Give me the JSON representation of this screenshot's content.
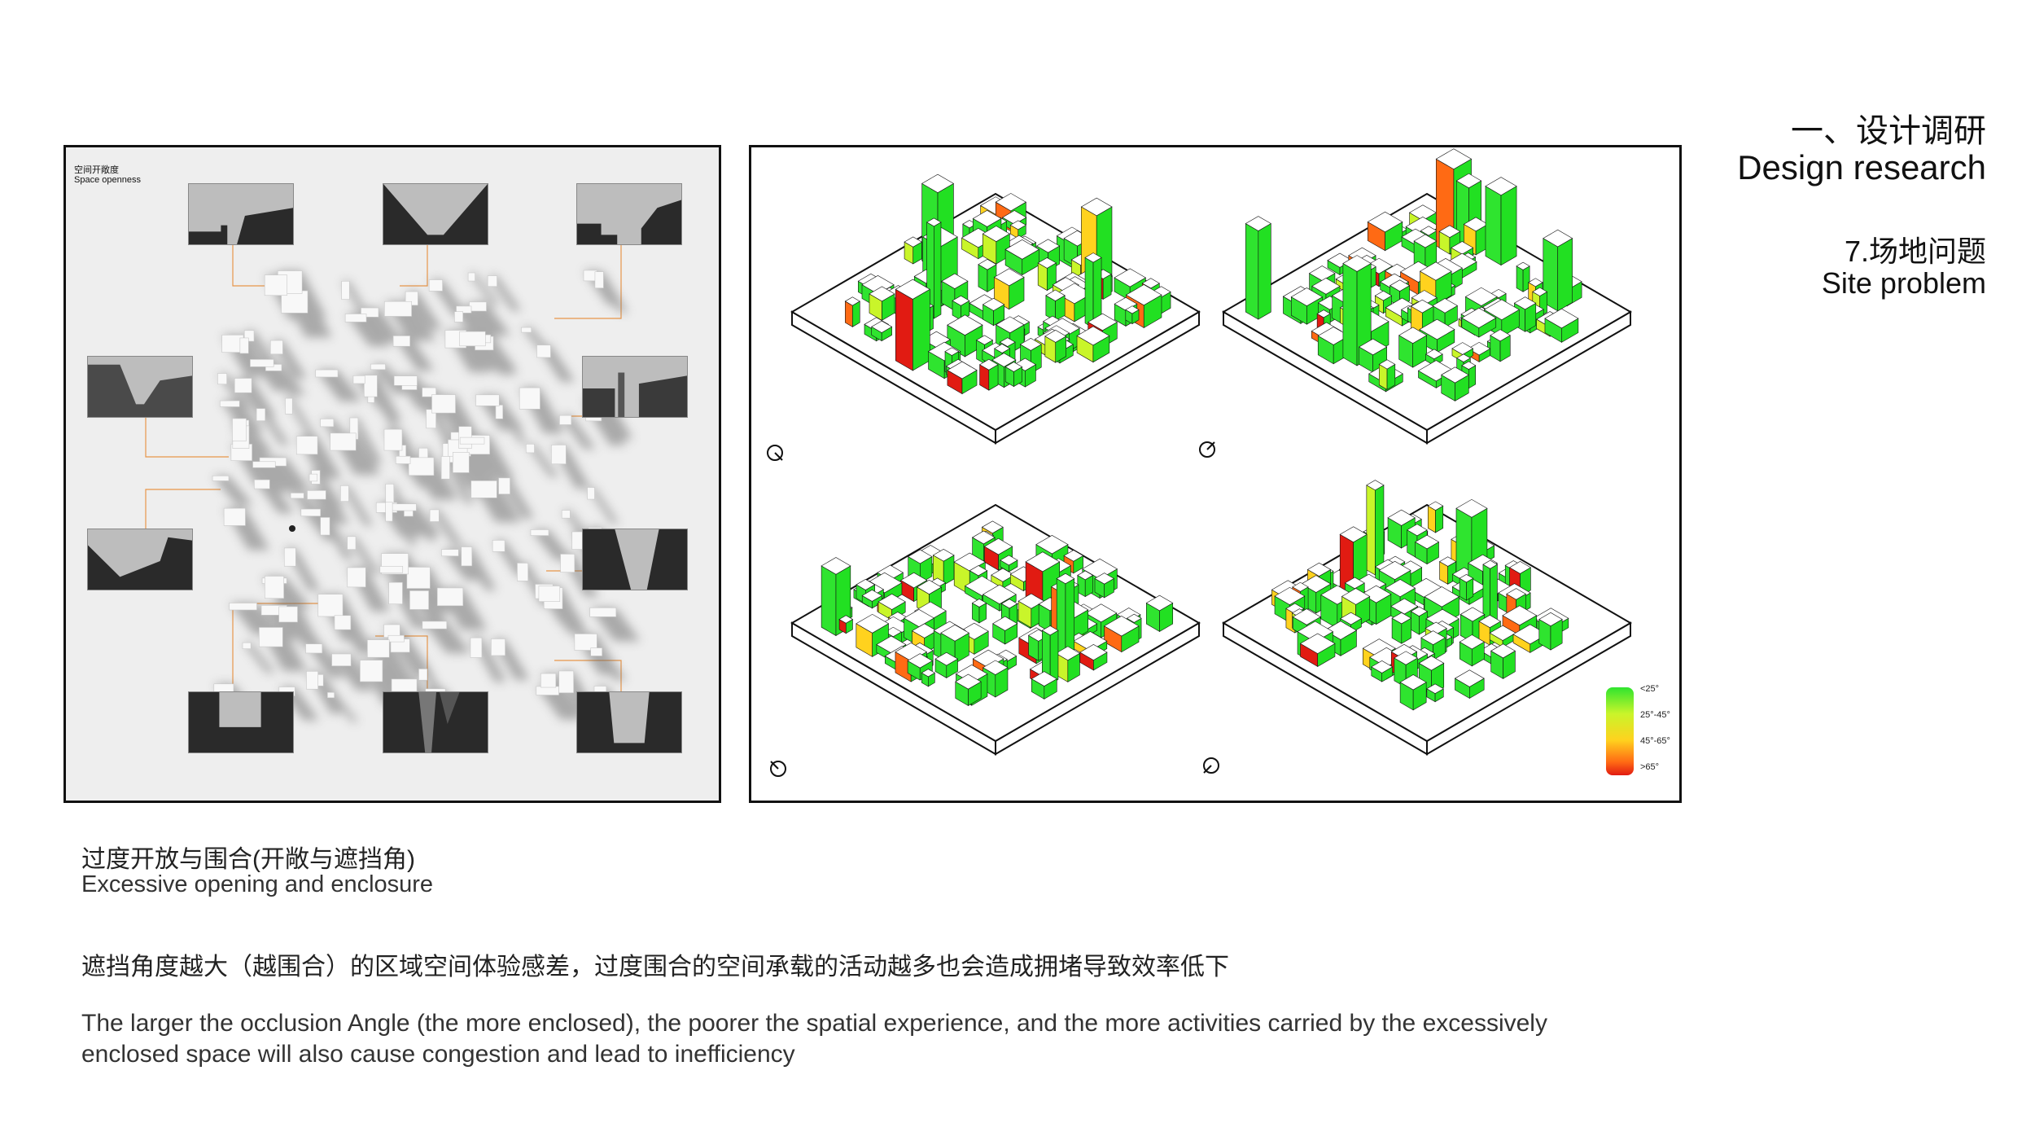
{
  "header": {
    "section_cn": "一、设计调研",
    "section_en": "Design research",
    "sub_cn": "7.场地问题",
    "sub_en": "Site problem"
  },
  "left_panel": {
    "title_cn": "空间开敞度",
    "title_en": "Space openness"
  },
  "legend": {
    "items": [
      "<25°",
      "25°-45°",
      "45°-65°",
      ">65°"
    ],
    "colors": [
      "#2fe42f",
      "#c9f52a",
      "#ffd21e",
      "#ff6a14",
      "#e11b12"
    ]
  },
  "caption": {
    "title_cn": "过度开放与围合(开敞与遮挡角)",
    "title_en": "Excessive opening and enclosure",
    "desc_cn": "遮挡角度越大（越围合）的区域空间体验感差，过度围合的空间承载的活动越多也会造成拥堵导致效率低下",
    "desc_en_line1": "The larger the occlusion Angle (the more enclosed), the poorer the spatial experience, and the more activities carried by the excessively",
    "desc_en_line2": "enclosed space will also cause congestion and lead to inefficiency"
  },
  "colors": {
    "accent_orange": "#e8964a",
    "building_green": "#22e022"
  }
}
